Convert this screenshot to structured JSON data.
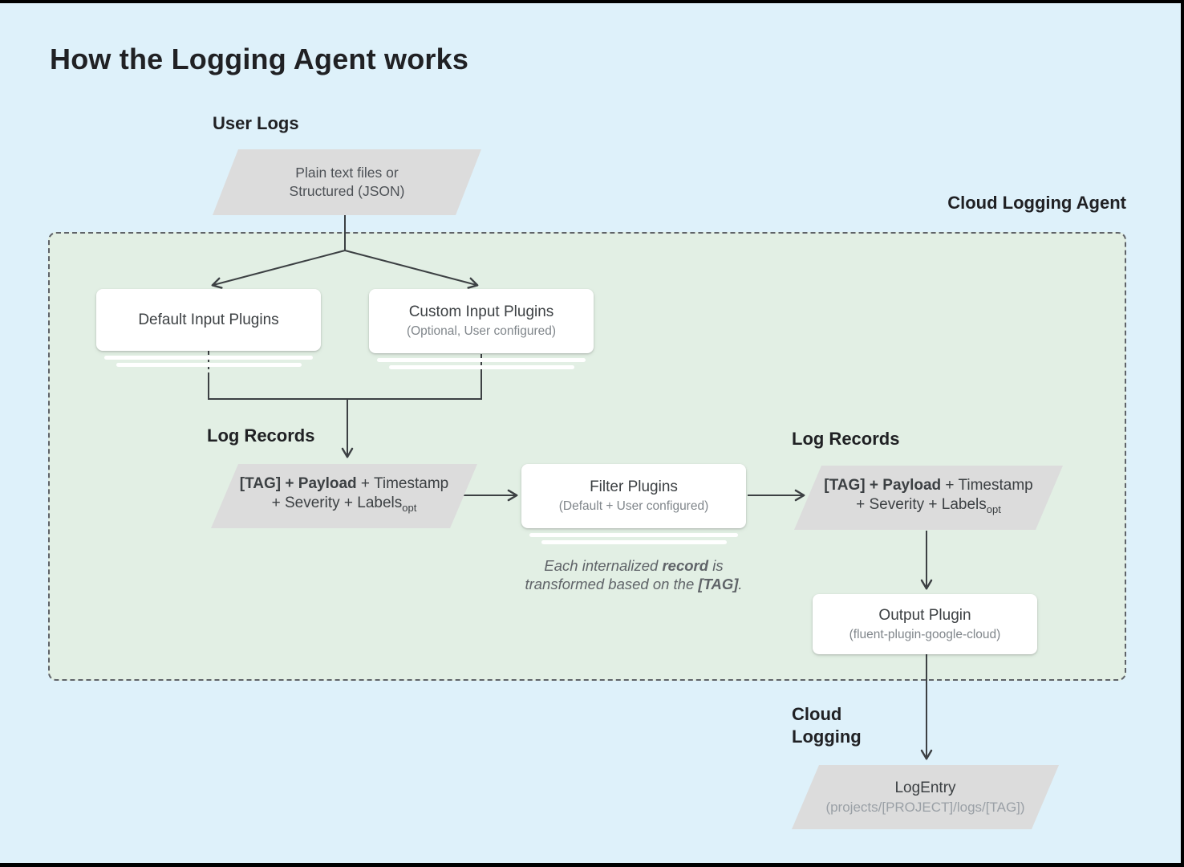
{
  "title": "How the Logging Agent works",
  "labels": {
    "user_logs": "User Logs",
    "cloud_logging_agent": "Cloud Logging Agent",
    "log_records_left": "Log Records",
    "log_records_right": "Log Records",
    "cloud_logging": "Cloud\nLogging"
  },
  "nodes": {
    "user_logs_input": {
      "line1": "Plain text files or",
      "line2": "Structured (JSON)"
    },
    "default_input_plugins": {
      "title": "Default Input Plugins"
    },
    "custom_input_plugins": {
      "title": "Custom Input Plugins",
      "subtitle": "(Optional, User configured)"
    },
    "log_record_left": {
      "line1_bold": "[TAG] + Payload",
      "line1_rest": " + Timestamp",
      "line2_text": "+ Severity + Labels",
      "line2_subscript": "opt"
    },
    "filter_plugins": {
      "title": "Filter Plugins",
      "subtitle": "(Default + User configured)"
    },
    "log_record_right": {
      "line1_bold": "[TAG] + Payload",
      "line1_rest": " + Timestamp",
      "line2_text": "+ Severity + Labels",
      "line2_subscript": "opt"
    },
    "output_plugin": {
      "title": "Output Plugin",
      "subtitle": "(fluent-plugin-google-cloud)"
    },
    "log_entry": {
      "title": "LogEntry",
      "subtitle": "(projects/[PROJECT]/logs/[TAG])"
    }
  },
  "note": {
    "line1": {
      "pre": "Each internalized ",
      "bold": "record",
      "post": " is"
    },
    "line2": {
      "pre": "transformed based on the ",
      "bold": "[TAG]",
      "post": "."
    }
  },
  "colors": {
    "background": "#def1fa",
    "agent_box_fill": "#e2efe4",
    "agent_box_border": "#5f6368",
    "parallelogram_fill": "#dcdcdc",
    "node_fill": "#ffffff",
    "connector_line": "#3c4043",
    "title_text": "#202124",
    "node_title_text": "#3c4043",
    "node_subtitle_text": "#80868b",
    "note_text": "#5f6368",
    "logentry_subtitle_text": "#9aa0a6"
  }
}
